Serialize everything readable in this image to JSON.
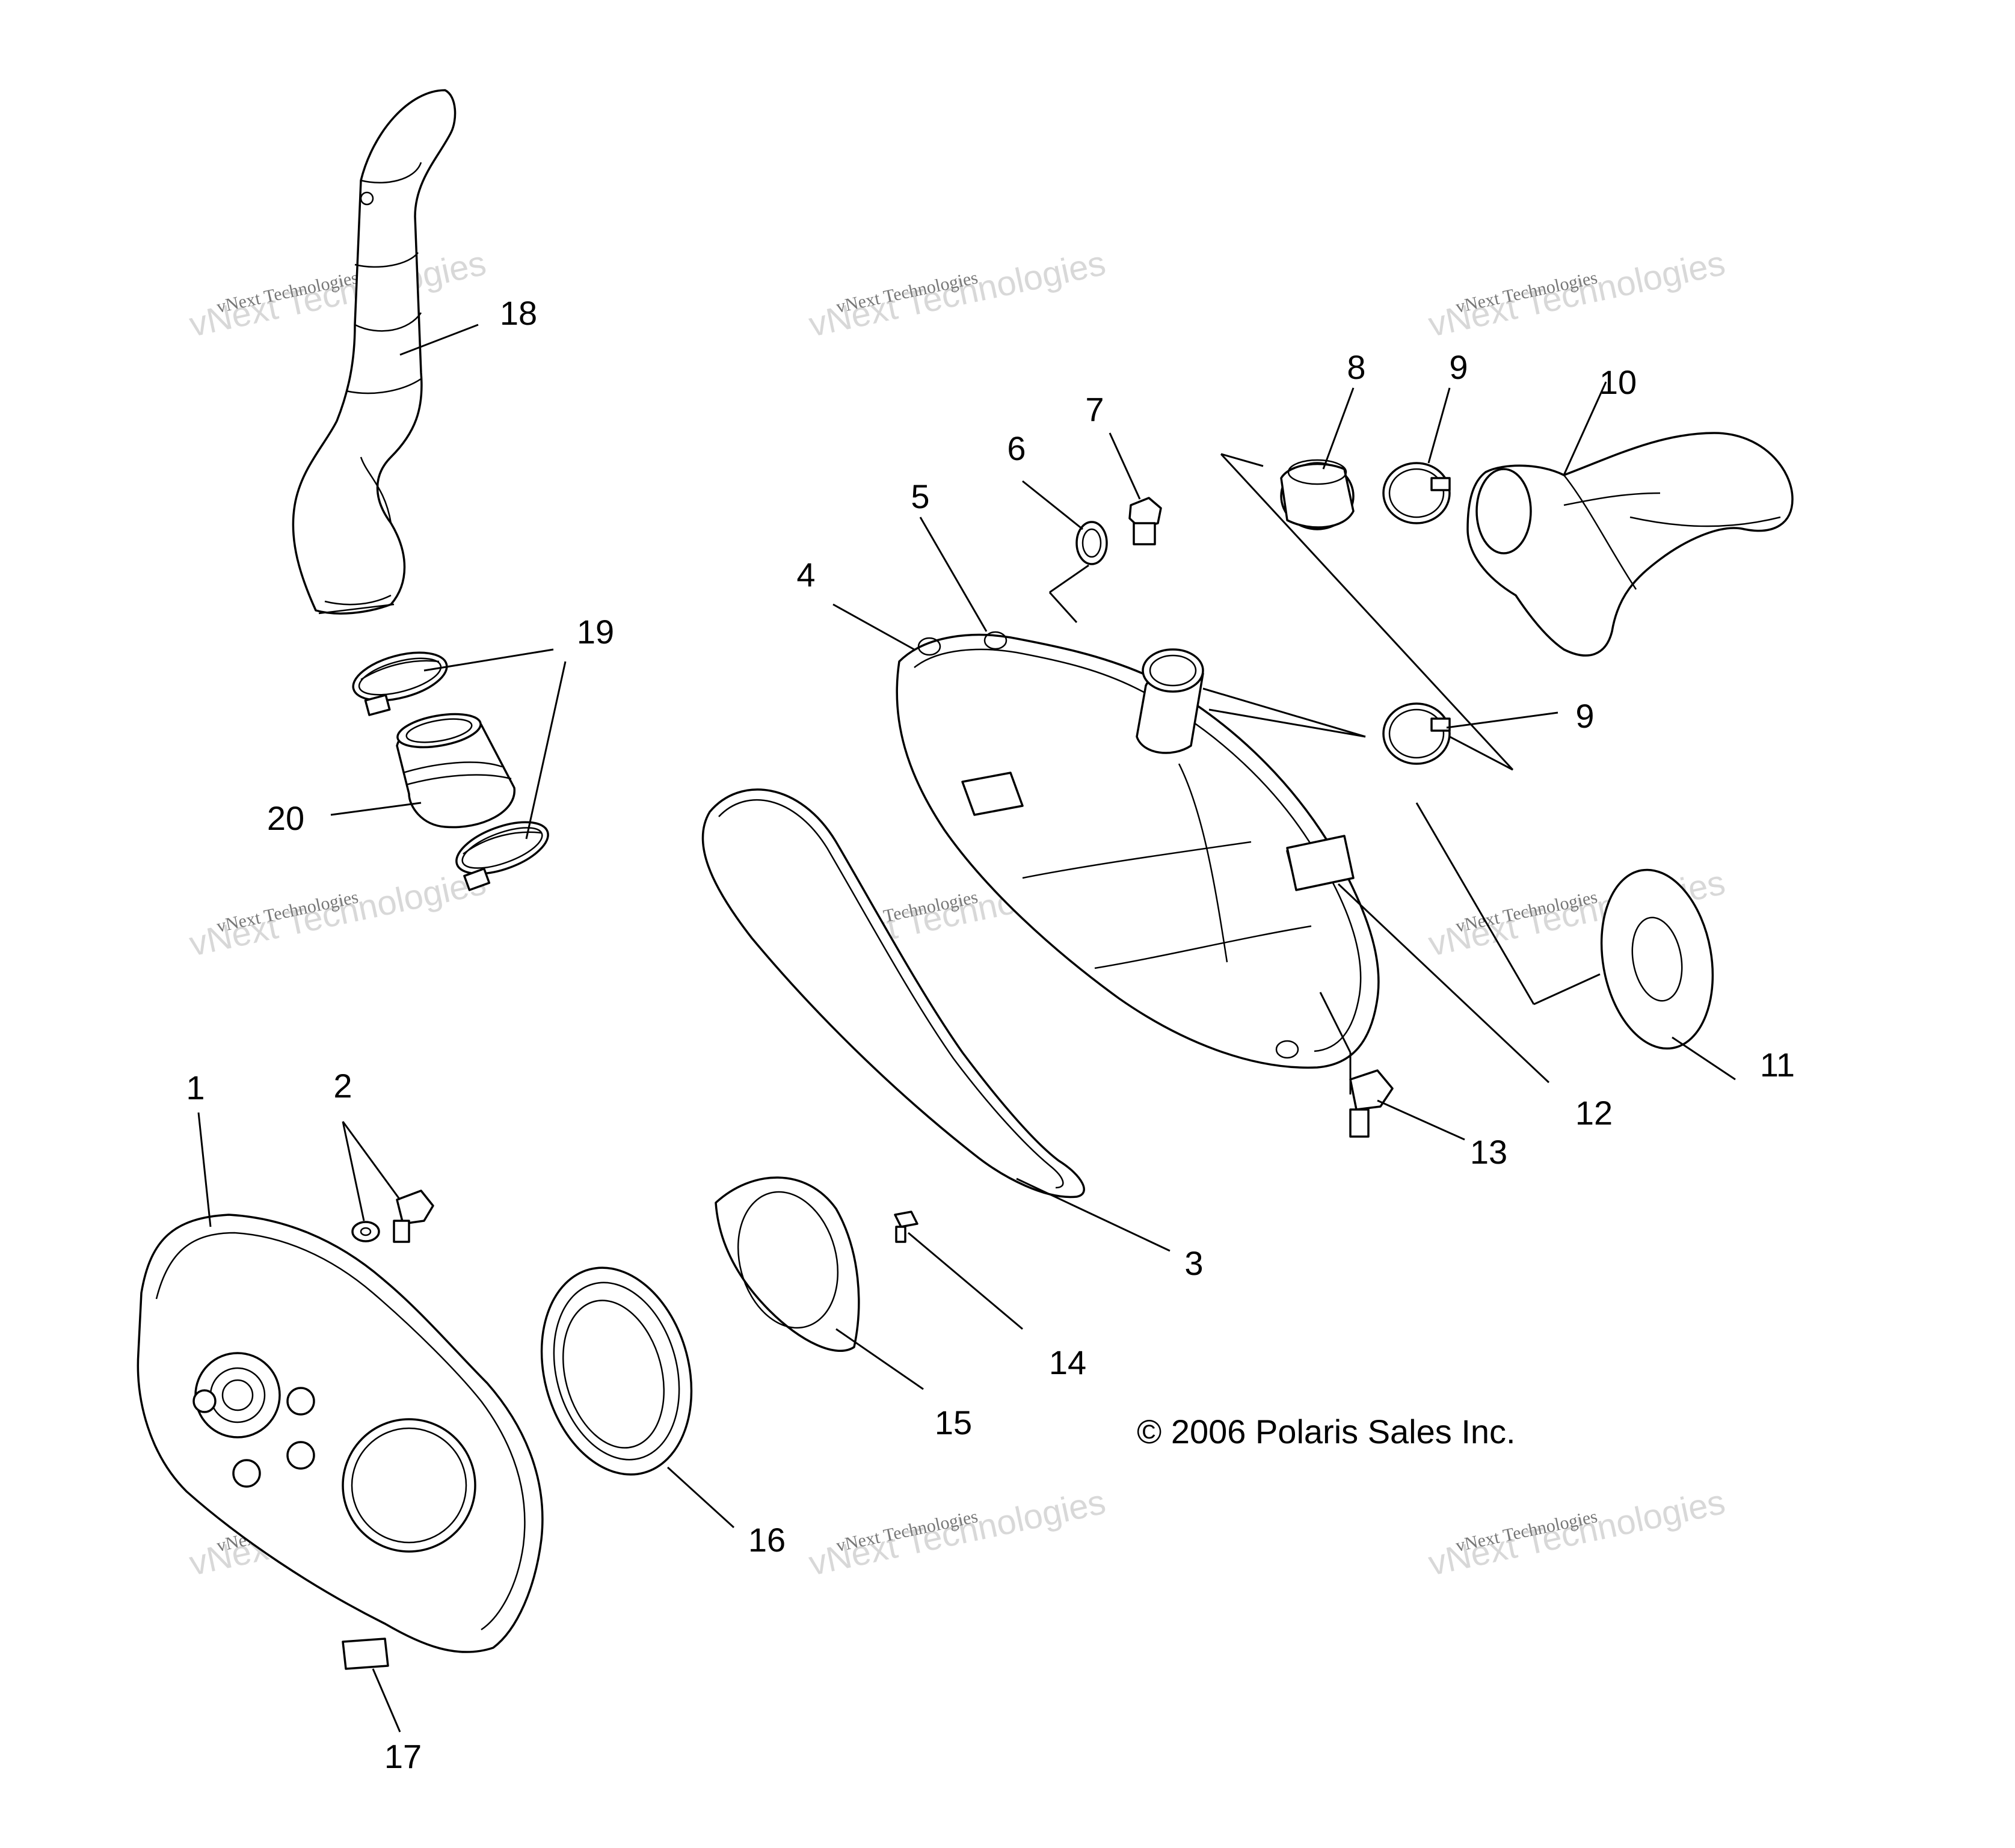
{
  "diagram": {
    "copyright": "© 2006 Polaris Sales Inc.",
    "watermark": {
      "line1": "vNext Technologies",
      "line2": "vNext Technologies"
    },
    "callouts": [
      {
        "id": "1",
        "text": "1"
      },
      {
        "id": "2",
        "text": "2"
      },
      {
        "id": "3",
        "text": "3"
      },
      {
        "id": "4",
        "text": "4"
      },
      {
        "id": "5",
        "text": "5"
      },
      {
        "id": "6",
        "text": "6"
      },
      {
        "id": "7",
        "text": "7"
      },
      {
        "id": "8",
        "text": "8"
      },
      {
        "id": "9a",
        "text": "9"
      },
      {
        "id": "9b",
        "text": "9"
      },
      {
        "id": "10",
        "text": "10"
      },
      {
        "id": "11",
        "text": "11"
      },
      {
        "id": "12",
        "text": "12"
      },
      {
        "id": "13",
        "text": "13"
      },
      {
        "id": "14",
        "text": "14"
      },
      {
        "id": "15",
        "text": "15"
      },
      {
        "id": "16",
        "text": "16"
      },
      {
        "id": "17",
        "text": "17"
      },
      {
        "id": "18",
        "text": "18"
      },
      {
        "id": "19",
        "text": "19"
      },
      {
        "id": "20",
        "text": "20"
      }
    ]
  }
}
